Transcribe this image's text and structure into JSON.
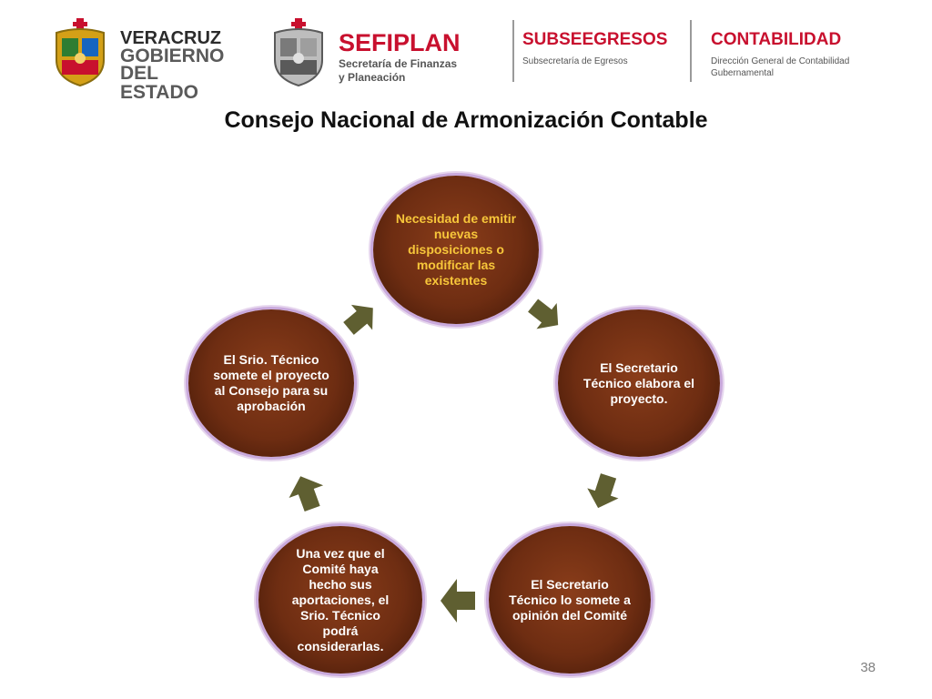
{
  "header": {
    "veracruz": {
      "line1": "VERACRUZ",
      "line2": "GOBIERNO",
      "line3": "DEL ESTADO"
    },
    "sefiplan": {
      "name": "SEFIPLAN",
      "line1": "Secretaría de Finanzas",
      "line2": "y Planeación"
    },
    "subseegresos": {
      "name": "SUBSEEGRESOS",
      "sub": "Subsecretaría de Egresos"
    },
    "contabilidad": {
      "name": "CONTABILIDAD",
      "sub1": "Dirección General de Contabilidad",
      "sub2": "Gubernamental"
    }
  },
  "slide": {
    "title": "Consejo Nacional de Armonización Contable",
    "page_number": "38"
  },
  "cycle": {
    "nodes": [
      "Necesidad de emitir nuevas disposiciones o modificar las existentes",
      "El Secretario Técnico elabora el proyecto.",
      "El Secretario Técnico lo somete a opinión del Comité",
      "Una vez que el Comité haya hecho sus aportaciones, el Srio. Técnico podrá considerarlas.",
      "El Srio. Técnico somete el proyecto al Consejo para su aprobación"
    ]
  },
  "colors": {
    "node_fill": "#6e2d12",
    "node_outline": "#c9a9dc",
    "first_node_text": "#f7c63a",
    "arrow": "#5f5f31",
    "brand_red": "#c8102e"
  }
}
